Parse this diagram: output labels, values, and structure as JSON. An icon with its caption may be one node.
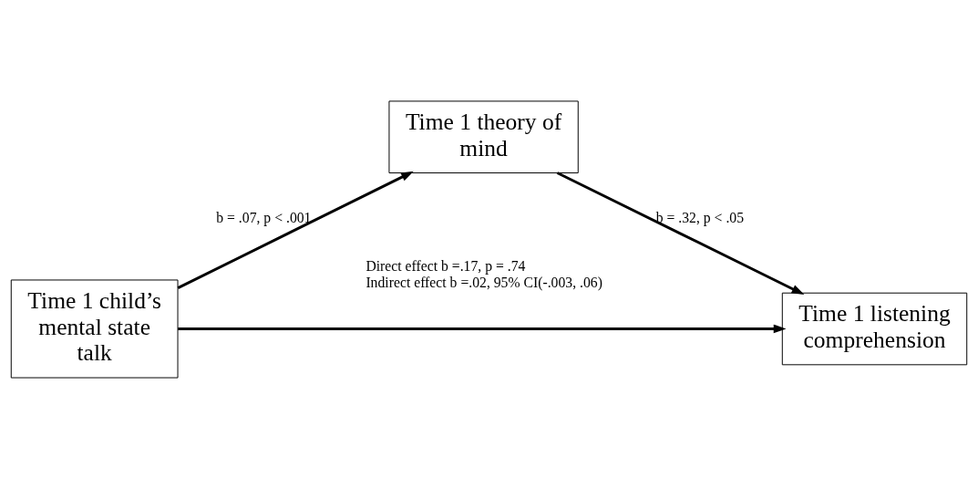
{
  "diagram": {
    "nodes": [
      {
        "text": [
          "Time 1 child’s mental state talk"
        ]
      },
      {
        "text": [
          "Time 1 theory of mind"
        ]
      },
      {
        "text": [
          "Time 1 listening comprehension"
        ]
      }
    ],
    "edges": [
      {
        "from": 0,
        "to": 1,
        "arrow": "to",
        "label": "b = .07, p < .001"
      },
      {
        "from": 1,
        "to": 2,
        "arrow": "to",
        "label": "b = .32, p < .05"
      },
      {
        "from": 0,
        "to": 2,
        "arrow": "to"
      }
    ],
    "labels": [
      "Direct effect b =.17, p = .74",
      "Indirect effect b =.02, 95% CI(-.003, .06)"
    ]
  }
}
